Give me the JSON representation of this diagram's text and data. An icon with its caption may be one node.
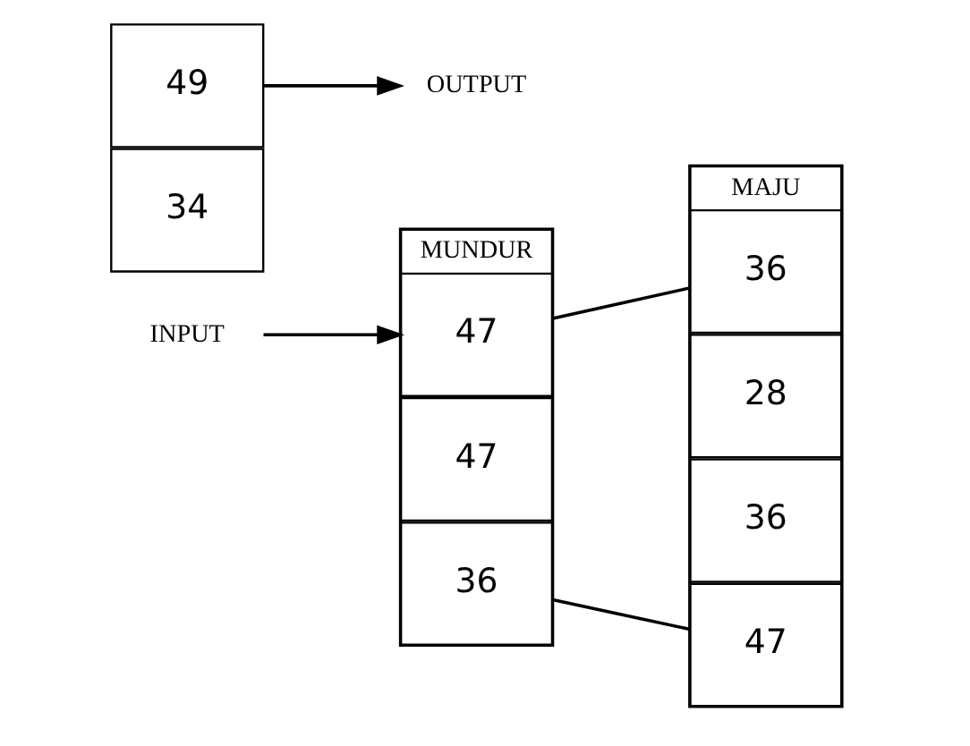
{
  "diagram": {
    "nodes": [
      {
        "text": [
          "INPUT"
        ]
      },
      {
        "text": [
          "MUNDUR"
        ]
      },
      {
        "text": [
          "47"
        ],
        "in": 1
      },
      {
        "text": [
          "47"
        ],
        "in": 1
      },
      {
        "text": [
          "36"
        ],
        "in": 1
      },
      {
        "text": [
          "MAJU"
        ]
      },
      {
        "text": [
          "36"
        ],
        "in": 5
      },
      {
        "text": [
          "28"
        ],
        "in": 5
      },
      {
        "text": [
          "36"
        ],
        "in": 5
      },
      {
        "text": [
          "47"
        ],
        "in": 5
      },
      {
        "text": [
          "34"
        ]
      },
      {
        "text": [
          "49"
        ]
      },
      {
        "text": [
          "OUTPUT"
        ]
      }
    ],
    "edges": [
      {
        "from": 0,
        "to": 2,
        "arrow": "to"
      },
      {
        "from": 2,
        "to": 6,
        "arrow": "none"
      },
      {
        "from": 4,
        "to": 9,
        "arrow": "none"
      },
      {
        "from": 11,
        "to": 12,
        "arrow": "to"
      }
    ]
  }
}
